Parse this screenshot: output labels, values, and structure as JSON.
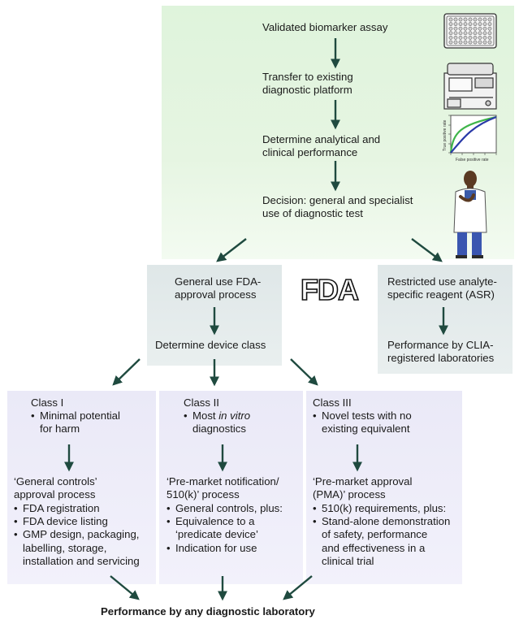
{
  "top_steps": [
    {
      "lines": [
        "Validated biomarker assay"
      ]
    },
    {
      "lines": [
        "Transfer to existing",
        "diagnostic platform"
      ]
    },
    {
      "lines": [
        "Determine analytical and",
        "clinical performance"
      ]
    },
    {
      "lines": [
        "Decision: general and specialist",
        "use of diagnostic test"
      ]
    }
  ],
  "roc": {
    "ylabel": "True positive rate",
    "xlabel": "False positive rate"
  },
  "fda_logo": "FDA",
  "general": {
    "title_lines": [
      "General use FDA-",
      "approval process"
    ],
    "device_class": "Determine device class"
  },
  "restricted": {
    "title_lines": [
      "Restricted use analyte-",
      "specific reagent (ASR)"
    ],
    "perf_lines": [
      "Performance by CLIA-",
      "registered laboratories"
    ]
  },
  "classes": [
    {
      "name": "Class I",
      "desc_lines": [
        "Minimal potential",
        "for harm"
      ],
      "process_lines": [
        "‘General controls’",
        "approval process"
      ],
      "items": [
        [
          "FDA registration"
        ],
        [
          "FDA device listing"
        ],
        [
          "GMP design, packaging,",
          "labelling, storage,",
          "installation and servicing"
        ]
      ]
    },
    {
      "name": "Class II",
      "desc_lines": [
        "Most in vitro",
        "diagnostics"
      ],
      "process_lines": [
        "‘Pre-market notification/",
        "510(k)’ process"
      ],
      "items": [
        [
          "General controls, plus:"
        ],
        [
          "Equivalence to a",
          "‘predicate device’"
        ],
        [
          "Indication for use"
        ]
      ]
    },
    {
      "name": "Class III",
      "desc_lines": [
        "Novel tests with no",
        "existing equivalent"
      ],
      "process_lines": [
        "‘Pre-market approval",
        "(PMA)’ process"
      ],
      "items": [
        [
          "510(k) requirements, plus:"
        ],
        [
          "Stand-alone demonstration",
          "of safety, performance",
          "and  effectiveness in a",
          "clinical trial"
        ]
      ]
    }
  ],
  "footer": "Performance by any diagnostic laboratory",
  "colors": {
    "top_panel": "#e3f5df",
    "middle_panels": "#e4ebec",
    "class_panels": "#eeedf9",
    "arrow": "#1f4a3f",
    "roc_green": "#3fb54a",
    "roc_blue": "#2a3aa8"
  }
}
